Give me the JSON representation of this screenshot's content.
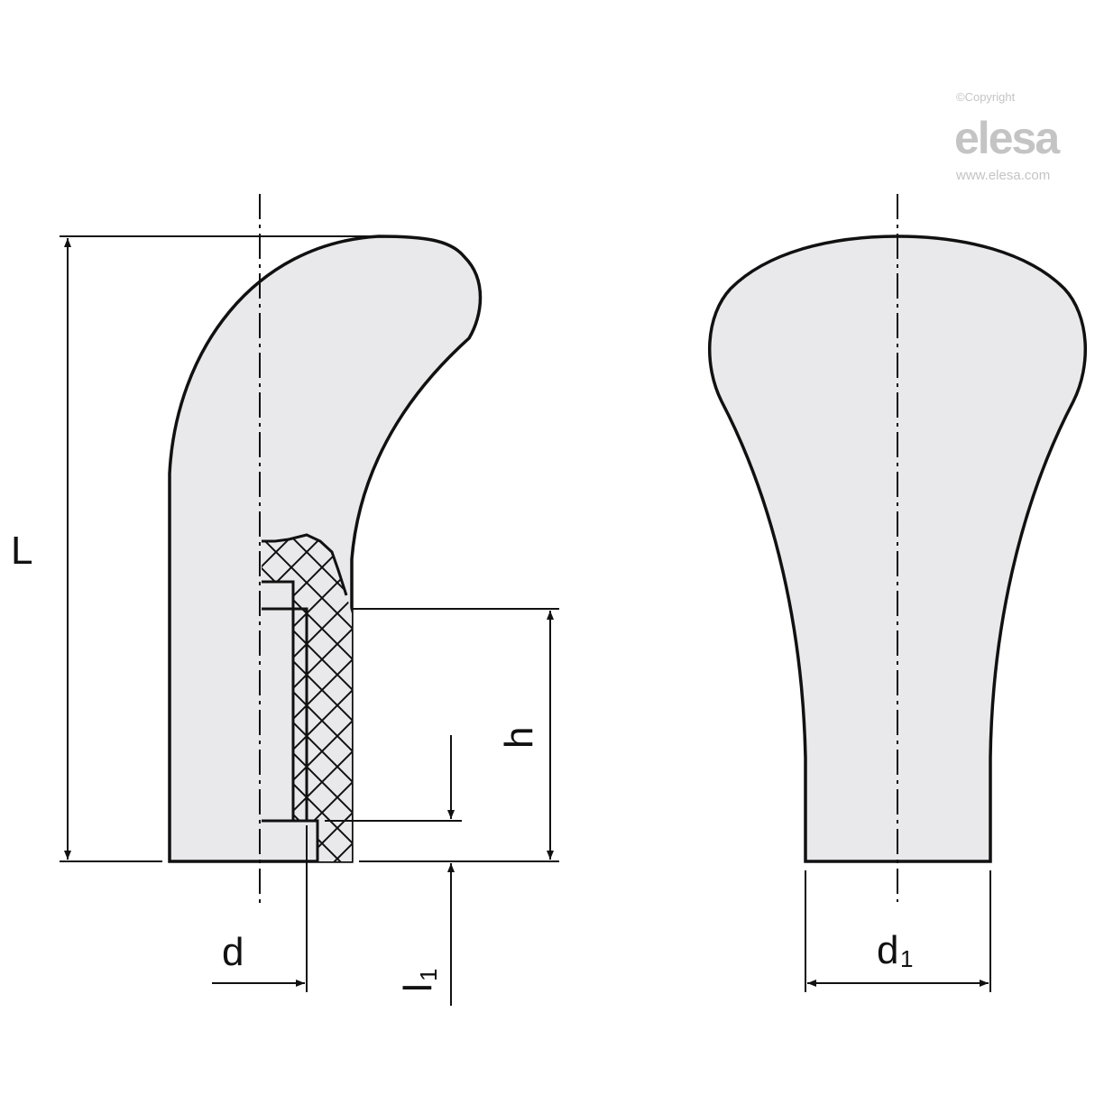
{
  "logo": {
    "copyright": "©Copyright",
    "brand": "elesa",
    "url": "www.elesa.com"
  },
  "dimensions": {
    "L": "L",
    "h": "h",
    "l1": "l",
    "l1_sub": "1",
    "d": "d",
    "d1": "d",
    "d1_sub": "1"
  },
  "colors": {
    "fill": "#e9e9eb",
    "stroke": "#111111",
    "logo": "#c4c4c4"
  }
}
